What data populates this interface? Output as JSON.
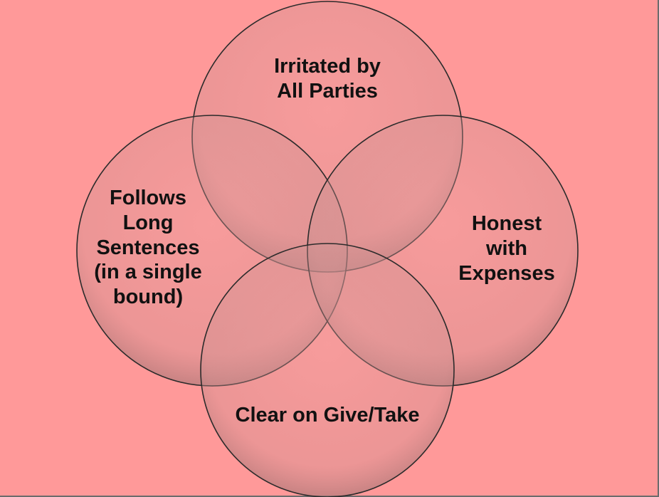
{
  "colors": {
    "background": "#ff9999",
    "circle_fill": "#d9a0a0",
    "circle_stroke": "#2b2b2b"
  },
  "circles": [
    {
      "id": "top",
      "label": "Irritated by\nAll Parties"
    },
    {
      "id": "left",
      "label": "Follows\nLong\nSentences\n(in a single\nbound)"
    },
    {
      "id": "right",
      "label": "Honest\nwith\nExpenses"
    },
    {
      "id": "bottom",
      "label": "Clear on Give/Take"
    }
  ]
}
